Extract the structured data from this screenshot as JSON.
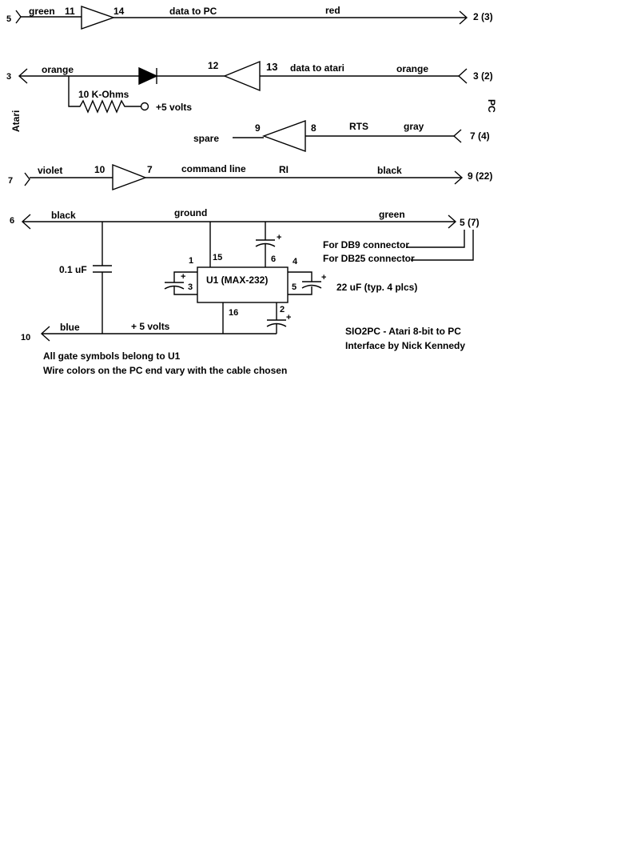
{
  "side_labels": {
    "atari": "Atari",
    "pc": "PC"
  },
  "line1": {
    "atari_pin": "5",
    "color_left": "green",
    "in_pin": "11",
    "out_pin": "14",
    "signal": "data to PC",
    "color_right": "red",
    "pc_pin": "2 (3)"
  },
  "line2": {
    "atari_pin": "3",
    "color_left": "orange",
    "resistor": "10 K-Ohms",
    "supply": "+5 volts",
    "out_pin": "12",
    "in_pin": "13",
    "signal": "data to atari",
    "color_right": "orange",
    "pc_pin": "3 (2)"
  },
  "line3": {
    "spare": "spare",
    "out_pin": "9",
    "in_pin": "8",
    "signal": "RTS",
    "color": "gray",
    "pc_pin": "7 (4)"
  },
  "line4": {
    "atari_pin": "7",
    "color_left": "violet",
    "in_pin": "10",
    "out_pin": "7",
    "signal": "command line",
    "signal2": "RI",
    "color_right": "black",
    "pc_pin": "9 (22)"
  },
  "line5": {
    "atari_pin": "6",
    "color_left": "black",
    "signal": "ground",
    "color_right": "green",
    "pc_pin": "5 (7)"
  },
  "connectors": {
    "db9": "For DB9 connector",
    "db25": "For DB25 connector"
  },
  "chip": {
    "label": "U1  (MAX-232)",
    "pin1": "1",
    "pin15": "15",
    "pin6": "6",
    "pin4": "4",
    "pin3": "3",
    "pin5": "5",
    "pin16": "16",
    "pin2": "2"
  },
  "caps": {
    "bypass": "0.1 uF",
    "pump": "22 uF (typ. 4 plcs)",
    "plus": "+"
  },
  "line6": {
    "atari_pin": "10",
    "color": "blue",
    "signal": "+ 5 volts"
  },
  "title": {
    "line1": "SIO2PC - Atari 8-bit to PC",
    "line2": "Interface by Nick Kennedy"
  },
  "notes": {
    "line1": "All gate symbols belong to U1",
    "line2": "Wire colors on the PC end vary with the cable chosen"
  }
}
